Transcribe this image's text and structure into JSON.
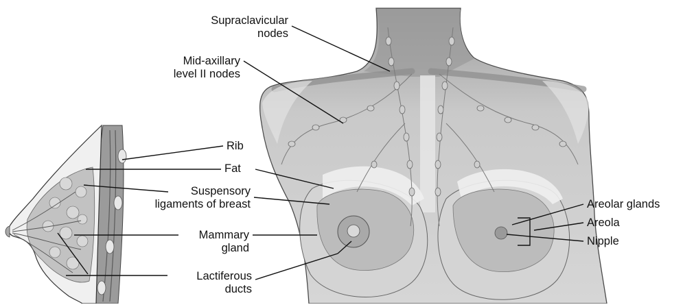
{
  "labels": {
    "supraclavicular": [
      "Supraclavicular",
      "nodes"
    ],
    "mid_axillary": [
      "Mid-axillary",
      "level II nodes"
    ],
    "rib": "Rib",
    "fat": "Fat",
    "suspensory": [
      "Suspensory",
      "ligaments of breast"
    ],
    "mammary": [
      "Mammary",
      "gland"
    ],
    "lactiferous": [
      "Lactiferous",
      "ducts"
    ],
    "areolar_glands": "Areolar glands",
    "areola": "Areola",
    "nipple": "Nipple"
  },
  "colors": {
    "skin": "#d2d2d2",
    "skin_dark": "#a6a6a6",
    "fat": "#efefef",
    "gland": "#bdbdbd",
    "line": "#111111"
  }
}
